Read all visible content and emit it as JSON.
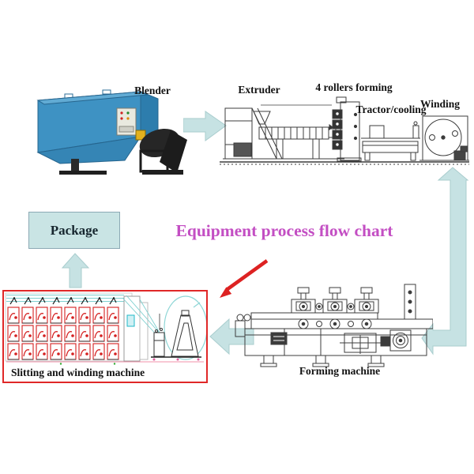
{
  "title": {
    "label": "Equipment process flow chart"
  },
  "stations": {
    "blender": {
      "label": "Blender"
    },
    "extruder": {
      "label": "Extruder"
    },
    "rollers_forming": {
      "label": "4 rollers forming"
    },
    "tractor_cooling": {
      "label": "Tractor/cooling"
    },
    "winding": {
      "label": "Winding"
    },
    "package": {
      "label": "Package"
    },
    "slitting_winding": {
      "label": "Slitting and winding machine"
    },
    "forming_machine": {
      "label": "Forming machine"
    }
  },
  "colors": {
    "title_color": "#c34ec3",
    "arrow_fill": "#c6e2e3",
    "arrow_stroke": "#a9cdce",
    "package_fill": "#c9e4e4",
    "package_border": "#8ca9b4",
    "highlight_red": "#e02828",
    "drawing_stroke": "#3c3c3c",
    "machine_red": "#d42020",
    "machine_cyan": "#7fd0d0",
    "blender_blue": "#3e92c3"
  }
}
